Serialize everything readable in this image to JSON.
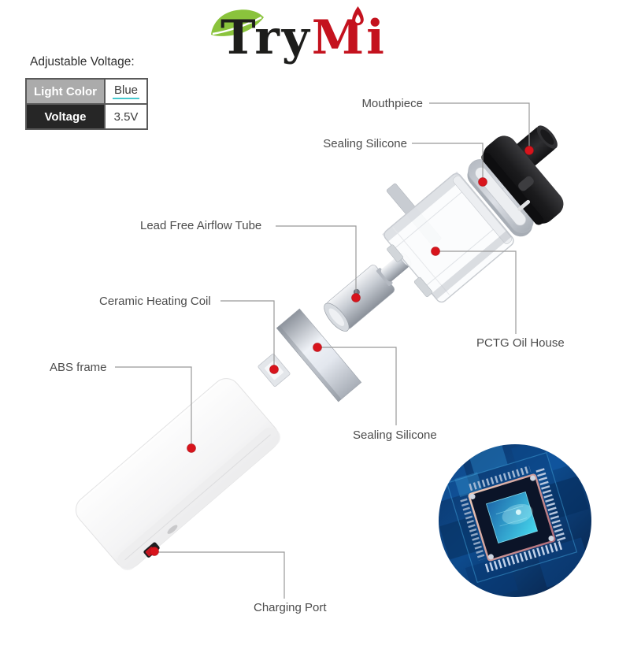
{
  "logo": {
    "brand_black": "Try",
    "brand_red": "Mi"
  },
  "voltage_panel": {
    "title": "Adjustable Voltage:",
    "rows": [
      {
        "label": "Light Color",
        "value": "Blue"
      },
      {
        "label": "Voltage",
        "value": "3.5V"
      }
    ]
  },
  "part_labels": {
    "mouthpiece": "Mouthpiece",
    "sealing_silicone_top": "Sealing Silicone",
    "airflow_tube": "Lead Free Airflow Tube",
    "heating_coil": "Ceramic Heating Coil",
    "abs_frame": "ABS frame",
    "pctg_oil_house": "PCTG Oil House",
    "sealing_silicone_bottom": "Sealing Silicone",
    "charging_port": "Charging Port"
  },
  "colors": {
    "accent_red_dot": "#d8141c",
    "brand_red": "#c4121e",
    "brand_black": "#1d1d1b",
    "leaf_green": "#8ac33c",
    "blue_underline": "#45c8ce",
    "label_gray": "#4c4c4c",
    "leader_line": "#999999"
  }
}
